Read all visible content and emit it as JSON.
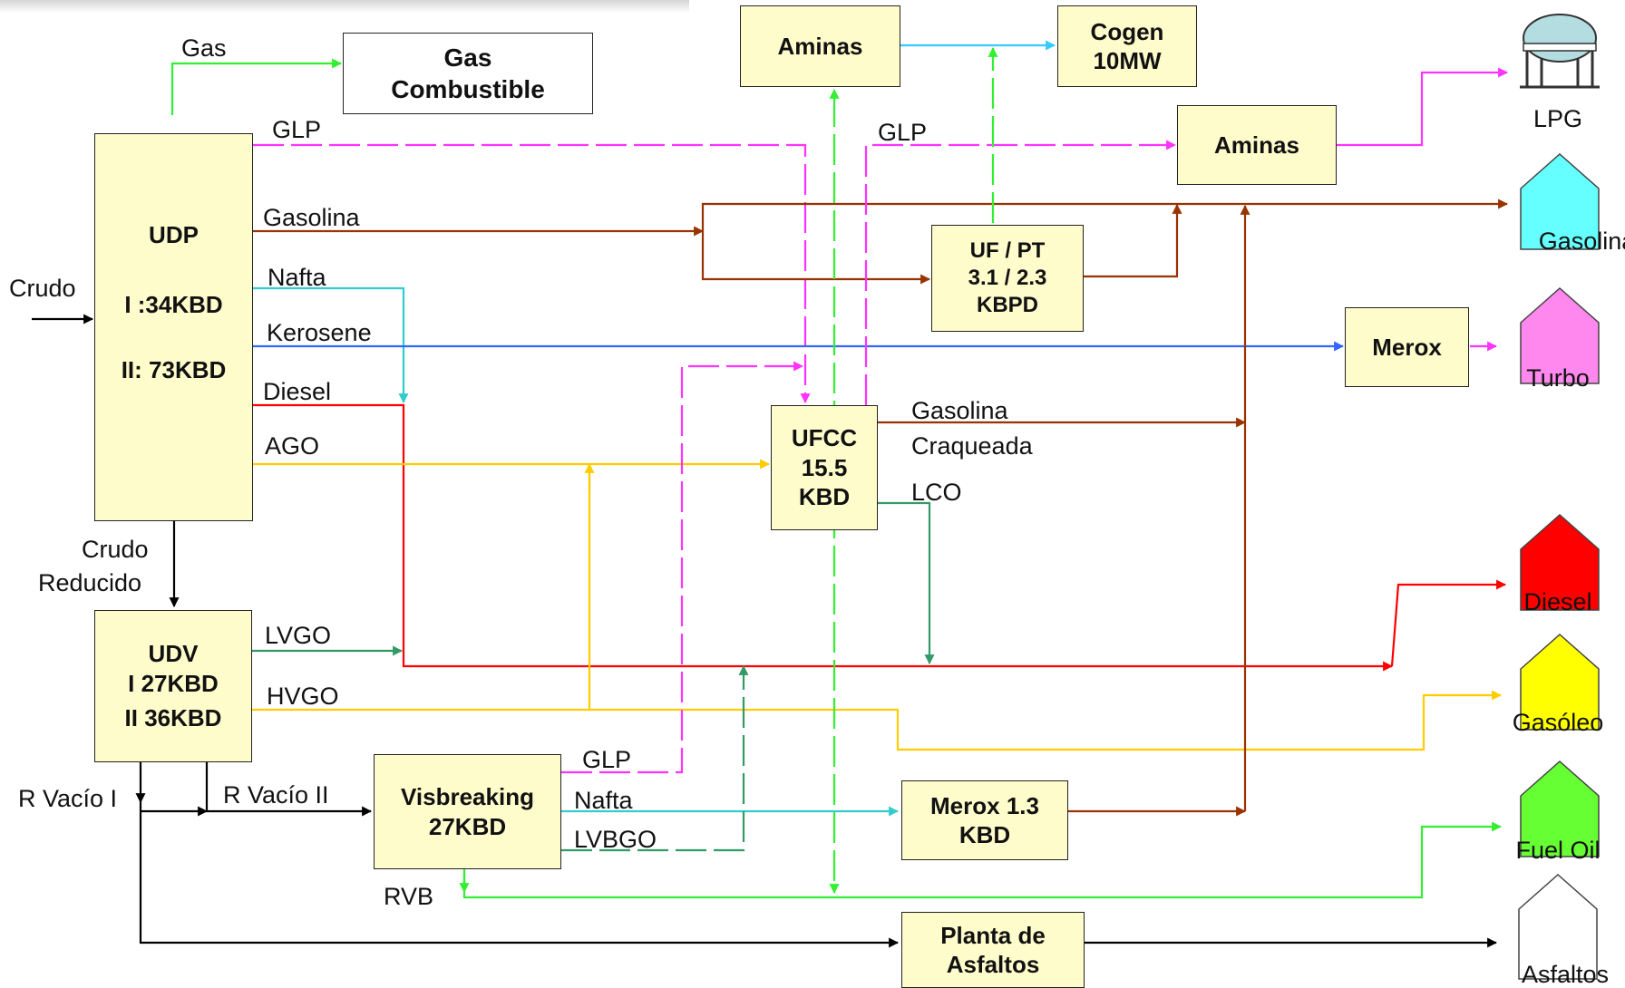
{
  "units": {
    "udp": {
      "title": "UDP",
      "line1": "I :34KBD",
      "line2": "II: 73KBD"
    },
    "udv": {
      "title": "UDV",
      "line1": "I  27KBD",
      "line2": "II  36KBD"
    },
    "gas_comb": {
      "line1": "Gas",
      "line2": "Combustible"
    },
    "aminas_top": {
      "line1": "Aminas"
    },
    "cogen": {
      "line1": "Cogen",
      "line2": "10MW"
    },
    "aminas_right": {
      "line1": "Aminas"
    },
    "ufpt": {
      "line1": "UF / PT",
      "line2": "3.1 / 2.3",
      "line3": "KBPD"
    },
    "merox_right": {
      "line1": "Merox"
    },
    "ufcc": {
      "line1": "UFCC",
      "line2": "15.5",
      "line3": "KBD"
    },
    "visbreaking": {
      "line1": "Visbreaking",
      "line2": "27KBD"
    },
    "merox_bottom": {
      "line1": "Merox 1.3",
      "line2": "KBD"
    },
    "asfaltos_plant": {
      "line1": "Planta de",
      "line2": "Asfaltos"
    }
  },
  "stream_labels": {
    "gas": "Gas",
    "glp_udp": "GLP",
    "gasolina_udp": "Gasolina",
    "nafta_udp": "Nafta",
    "kerosene": "Kerosene",
    "diesel_udp": "Diesel",
    "ago": "AGO",
    "crudo": "Crudo",
    "crudo_reducido_1": "Crudo",
    "crudo_reducido_2": "Reducido",
    "lvgo": "LVGO",
    "hvgo": "HVGO",
    "r_vacio_1": "R Vacío I",
    "r_vacio_2": "R Vacío II",
    "glp_visb": "GLP",
    "nafta_visb": "Nafta",
    "lvbgo": "LVBGO",
    "rvb": "RVB",
    "glp_ufcc": "GLP",
    "gasolina_craq_1": "Gasolina",
    "gasolina_craq_2": "Craqueada",
    "lco": "LCO"
  },
  "products": [
    {
      "id": "lpg",
      "label": "LPG",
      "shape": "sphere-tank-icon",
      "color": "#b3dde0"
    },
    {
      "id": "gasolina",
      "label": "Gasolina",
      "shape": "house-icon",
      "color": "#66ffff"
    },
    {
      "id": "turbo",
      "label": "Turbo",
      "shape": "house-icon",
      "color": "#ff88ee"
    },
    {
      "id": "diesel",
      "label": "Diesel",
      "shape": "house-icon",
      "color": "#ff0000"
    },
    {
      "id": "gasoleo",
      "label": "Gasóleo",
      "shape": "house-icon",
      "color": "#ffff00"
    },
    {
      "id": "fueloil",
      "label": "Fuel Oil",
      "shape": "house-icon",
      "color": "#66ff33"
    },
    {
      "id": "asfaltos",
      "label": "Asfaltos",
      "shape": "house-icon",
      "color": "#ffffff"
    }
  ],
  "stream_colors": {
    "gas": "#33ee33",
    "glp": "#ff33ff",
    "gasolina": "#993300",
    "nafta": "#33cccc",
    "kerosene": "#3366ff",
    "diesel": "#ff0000",
    "gasoleo": "#ffcc00",
    "lvgo": "#339966",
    "residue": "#000000",
    "cogen": "#33ccff"
  }
}
